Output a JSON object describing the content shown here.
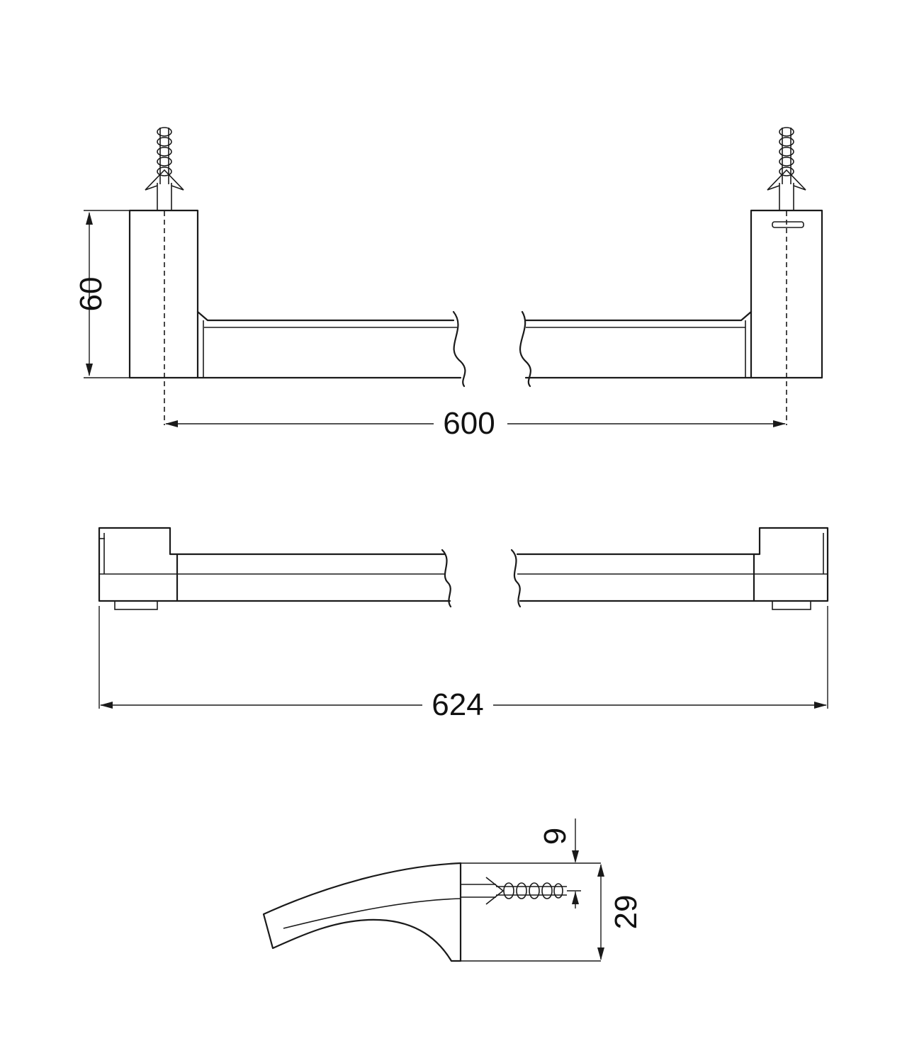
{
  "dimensions": {
    "height": "60",
    "wall_spacing": "600",
    "overall_length": "624",
    "screw_offset": "9",
    "depth": "29"
  }
}
